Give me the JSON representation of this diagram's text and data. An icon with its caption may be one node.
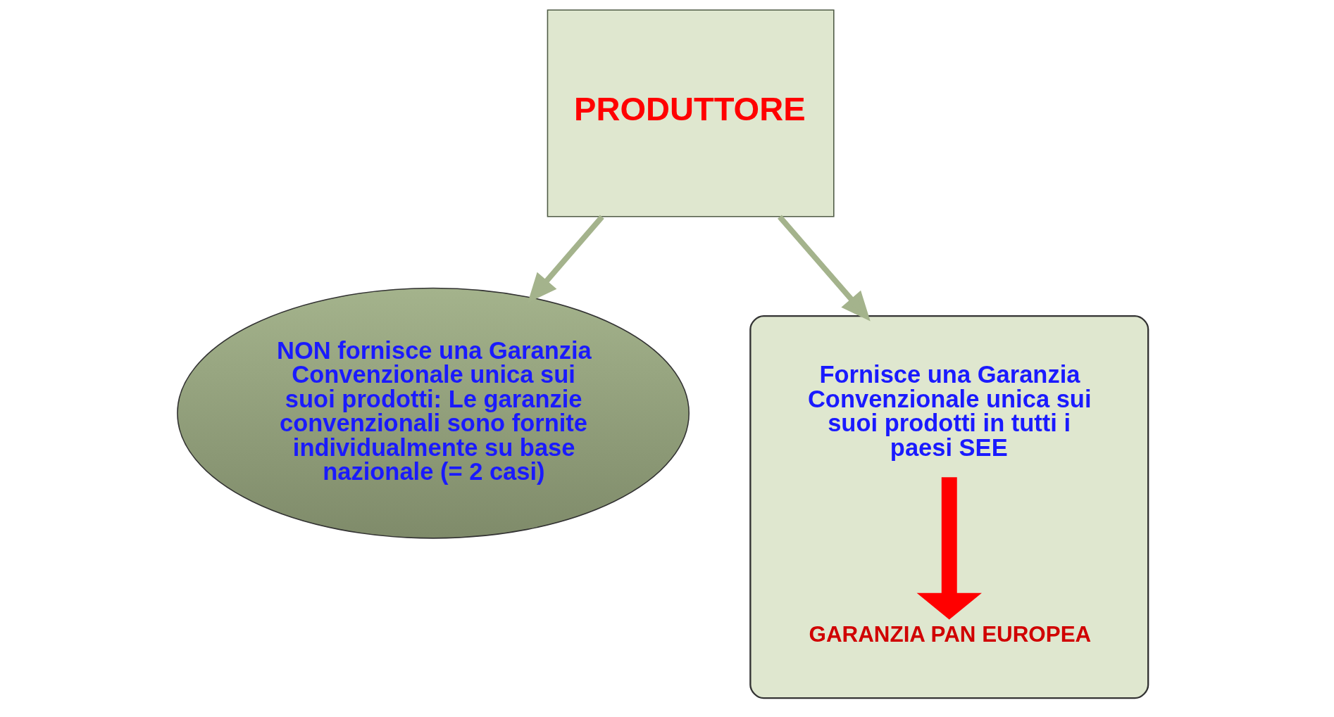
{
  "diagram": {
    "nodes": [
      {
        "text": [
          "PRODUTTORE"
        ]
      },
      {
        "text": [
          "NON fornisce una Garanzia Convenzionale unica sui suoi prodotti: Le garanzie convenzionali sono fornite individualmente su base nazionale (= 2 casi)"
        ]
      },
      {
        "text": [],
        "shape": "ellipse"
      },
      {
        "text": [
          "Fornisce una Garanzia Convenzionale unica sui suoi prodotti in tutti i paesi SEE"
        ],
        "in": 2
      },
      {
        "text": [
          "GARANZIA PAN EUROPEA"
        ],
        "in": 2
      }
    ],
    "edges": [
      {
        "from": 0,
        "to": 1,
        "arrow": "to"
      },
      {
        "from": 0,
        "to": 2,
        "arrow": "to"
      },
      {
        "from": 3,
        "to": 4,
        "arrow": "to",
        "style": "thick",
        "color": "#ff0000"
      }
    ]
  }
}
